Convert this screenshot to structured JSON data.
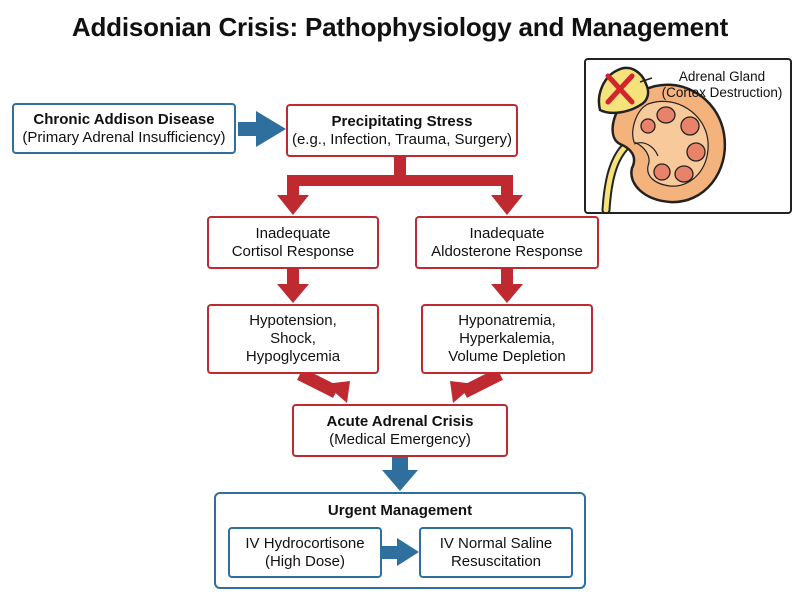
{
  "title": "Addisonian Crisis: Pathophysiology and Management",
  "boxes": {
    "chronic": {
      "heading": "Chronic Addison Disease",
      "sub": "(Primary Adrenal Insufficiency)"
    },
    "stress": {
      "heading": "Precipitating Stress",
      "sub": "(e.g., Infection, Trauma, Surgery)"
    },
    "cortisol": {
      "line1": "Inadequate",
      "line2": "Cortisol Response"
    },
    "aldosterone": {
      "line1": "Inadequate",
      "line2": "Aldosterone Response"
    },
    "cortisol_effects": {
      "line1": "Hypotension,",
      "line2": "Shock,",
      "line3": "Hypoglycemia"
    },
    "aldosterone_effects": {
      "line1": "Hyponatremia,",
      "line2": "Hyperkalemia,",
      "line3": "Volume Depletion"
    },
    "crisis": {
      "heading": "Acute Adrenal Crisis",
      "sub": "(Medical Emergency)"
    }
  },
  "management": {
    "heading": "Urgent Management",
    "hydrocortisone": {
      "line1": "IV Hydrocortisone",
      "line2": "(High Dose)"
    },
    "saline": {
      "line1": "IV Normal Saline",
      "line2": "Resuscitation"
    }
  },
  "inset": {
    "label_line1": "Adrenal Gland",
    "label_line2": "(Cortex Destruction)",
    "icons": [
      "kidney-icon",
      "adrenal-gland-icon",
      "destruction-x-icon"
    ]
  },
  "colors": {
    "red_accent": "#bf2a30",
    "blue_accent": "#2e6f9e",
    "gland_yellow": "#f6e27a",
    "kidney_orange": "#f4b27c",
    "medulla_pink": "#e8836a"
  }
}
